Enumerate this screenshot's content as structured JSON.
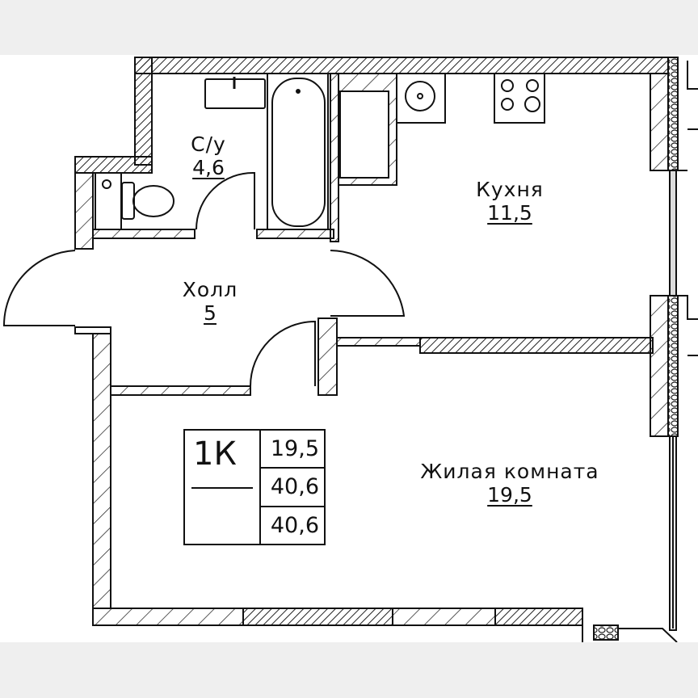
{
  "plan": {
    "rooms": [
      {
        "name": "С/у",
        "area": "4,6"
      },
      {
        "name": "Кухня",
        "area": "11,5"
      },
      {
        "name": "Холл",
        "area": "5"
      },
      {
        "name": "Жилая комната",
        "area": "19,5"
      }
    ],
    "summary": {
      "type": "1К",
      "living_area": "19,5",
      "total_area": "40,6",
      "total_area_2": "40,6"
    },
    "colors": {
      "background": "#efefef",
      "paper": "#ffffff",
      "ink": "#111111"
    }
  }
}
